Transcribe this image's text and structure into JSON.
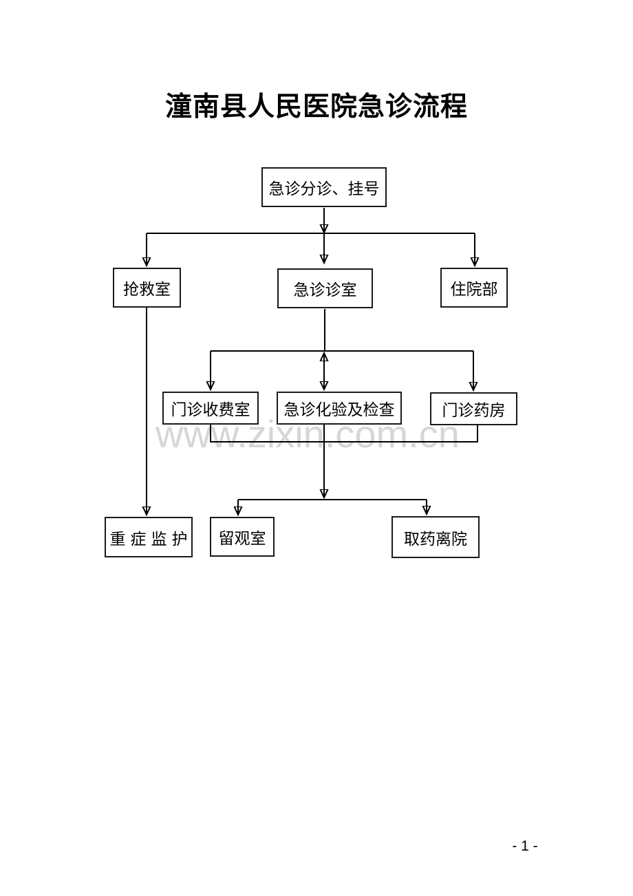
{
  "page": {
    "title": "潼南县人民医院急诊流程",
    "page_number": "- 1 -",
    "watermark": "www.zixin.com.cn",
    "colors": {
      "ink": "#000000",
      "box_border": "#191919",
      "watermark_gray": "#d6d6d6",
      "background": "#ffffff"
    }
  },
  "flowchart": {
    "nodes": [
      {
        "id": "emergency-triage-registration",
        "label": "急诊分诊、挂号"
      },
      {
        "id": "rescue-room",
        "label": "抢救室"
      },
      {
        "id": "emergency-consulting-room",
        "label": "急诊诊室"
      },
      {
        "id": "inpatient-department",
        "label": "住院部"
      },
      {
        "id": "outpatient-fee-office",
        "label": "门诊收费室"
      },
      {
        "id": "emergency-lab-and-exam",
        "label": "急诊化验及检查"
      },
      {
        "id": "outpatient-pharmacy",
        "label": "门诊药房"
      },
      {
        "id": "intensive-care",
        "label": "重症监护"
      },
      {
        "id": "observation-room",
        "label": "留观室"
      },
      {
        "id": "dispense-and-discharge",
        "label": "取药离院"
      }
    ],
    "edges": [
      {
        "from": "急诊分诊、挂号",
        "to": "抢救室",
        "type": "arrow"
      },
      {
        "from": "急诊分诊、挂号",
        "to": "急诊诊室",
        "type": "arrow"
      },
      {
        "from": "急诊分诊、挂号",
        "to": "住院部",
        "type": "arrow"
      },
      {
        "from": "急诊诊室",
        "to": "门诊收费室",
        "type": "arrow"
      },
      {
        "from": "急诊诊室",
        "to": "急诊化验及检查",
        "type": "double-arrow"
      },
      {
        "from": "急诊诊室",
        "to": "门诊药房",
        "type": "arrow"
      },
      {
        "from": "抢救室",
        "to": "重症监护",
        "type": "arrow"
      },
      {
        "from": "门诊收费室",
        "to": "留观室",
        "type": "arrow"
      },
      {
        "from": "门诊收费室",
        "to": "取药离院",
        "type": "arrow"
      },
      {
        "from": "急诊化验及检查",
        "to": "留观室",
        "type": "arrow"
      },
      {
        "from": "急诊化验及检查",
        "to": "取药离院",
        "type": "arrow"
      },
      {
        "from": "门诊药房",
        "to": "留观室",
        "type": "arrow"
      },
      {
        "from": "门诊药房",
        "to": "取药离院",
        "type": "arrow"
      }
    ]
  }
}
